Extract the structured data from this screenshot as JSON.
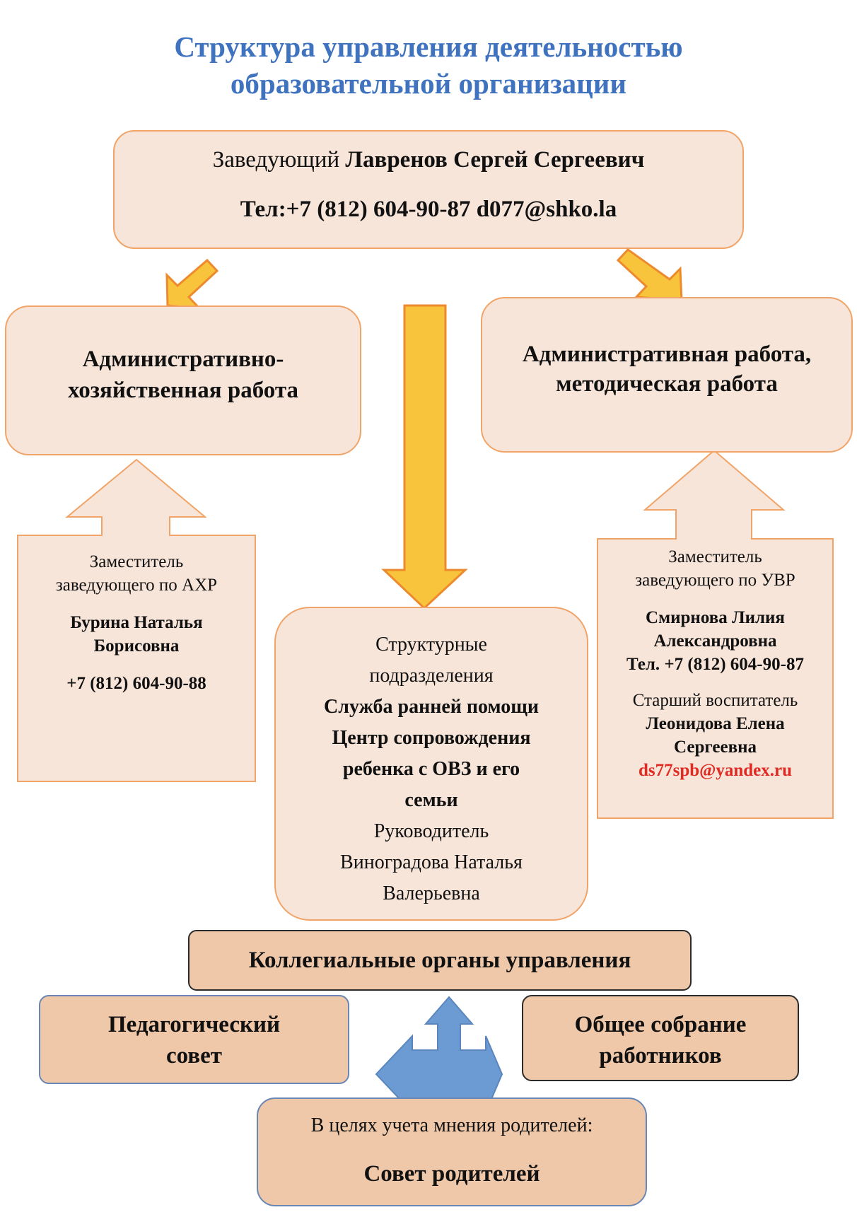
{
  "title": {
    "line1": "Структура управления деятельностью",
    "line2": "образовательной организации"
  },
  "head": {
    "role": "Заведующий",
    "name": "Лавренов Сергей Сергеевич",
    "contacts": "Тел:+7 (812) 604-90-87 d077@shko.la"
  },
  "admin_household": {
    "line1": "Административно-",
    "line2": "хозяйственная работа"
  },
  "admin_method": {
    "line1": "Административная работа,",
    "line2": "методическая работа"
  },
  "deputy_ahr": {
    "role_line1": "Заместитель",
    "role_line2": "заведующего по АХР",
    "name_line1": "Бурина Наталья",
    "name_line2": "Борисовна",
    "phone": "+7 (812) 604-90-88"
  },
  "structural": {
    "line1": "Структурные",
    "line2": "подразделения",
    "bold1": "Служба ранней помощи",
    "bold2": "Центр сопровождения",
    "bold3": "ребенка с ОВЗ и его",
    "bold4": "семьи",
    "head1": "Руководитель",
    "head2": "Виноградова Наталья",
    "head3": "Валерьевна"
  },
  "deputy_uvr": {
    "role_line1": "Заместитель",
    "role_line2": "заведующего по УВР",
    "name_line1": "Смирнова Лилия",
    "name_line2": "Александровна",
    "phone": "Тел. +7 (812) 604-90-87",
    "senior_role": "Старший воспитатель",
    "senior_name1": "Леонидова Елена",
    "senior_name2": "Сергеевна",
    "email": "ds77spb@yandex.ru"
  },
  "collegial": {
    "label": "Коллегиальные органы управления"
  },
  "ped_council": {
    "line1": "Педагогический",
    "line2": "совет"
  },
  "general_meeting": {
    "line1": "Общее собрание",
    "line2": "работников"
  },
  "parents": {
    "intro": "В целях учета мнения родителей:",
    "council": "Совет родителей"
  },
  "colors": {
    "title": "#3f73bf",
    "box_fill": "#f8e5d9",
    "box_border": "#f0a468",
    "arrow_fill": "#f7c43b",
    "arrow_border": "#ee8a2e",
    "peach_fill": "#efc8aa",
    "blue_arrow": "#6b9bd2",
    "email": "#e02b22"
  }
}
